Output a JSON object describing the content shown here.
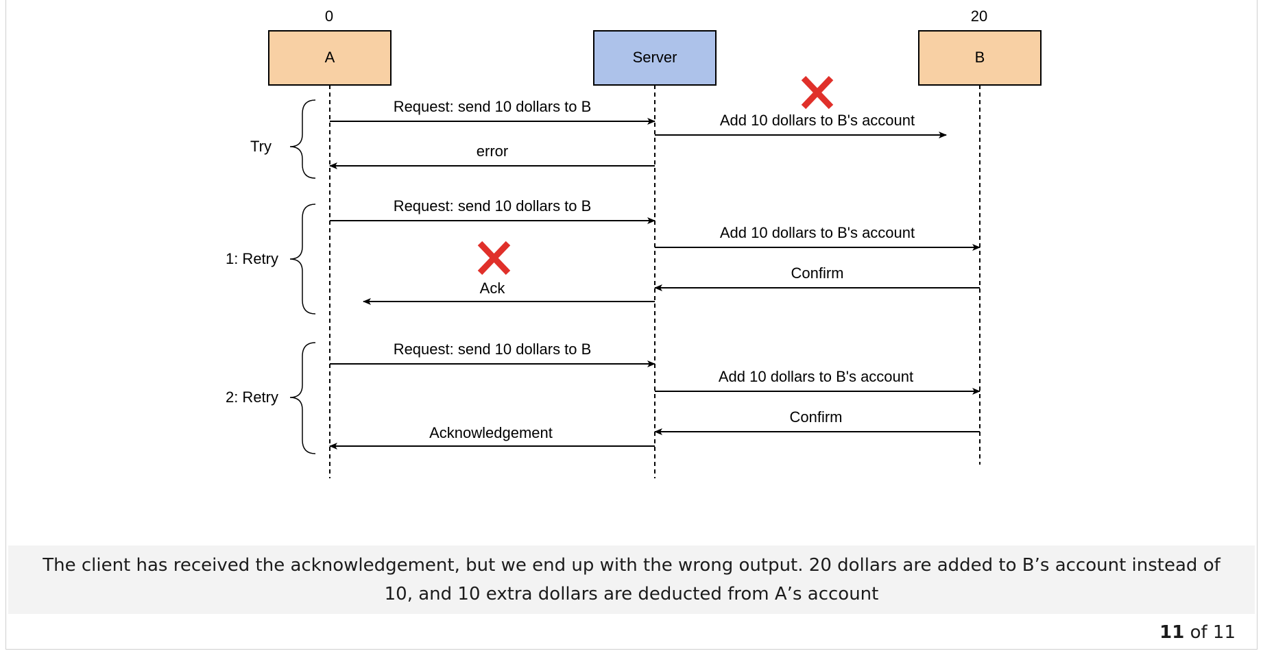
{
  "participants": {
    "a": {
      "label": "A",
      "balance": "0",
      "color": "#f8d0a4"
    },
    "server": {
      "label": "Server",
      "color": "#adc2ea"
    },
    "b": {
      "label": "B",
      "balance": "20",
      "color": "#f8d0a4"
    }
  },
  "phases": {
    "try": "Try",
    "retry1": "1: Retry",
    "retry2": "2: Retry"
  },
  "messages": {
    "try_request": "Request: send 10 dollars to  B",
    "try_add": "Add 10 dollars to B's account",
    "try_error": "error",
    "r1_request": "Request: send 10 dollars to  B",
    "r1_add": "Add 10 dollars to B's account",
    "r1_confirm": "Confirm",
    "r1_ack": "Ack",
    "r2_request": "Request: send 10 dollars to  B",
    "r2_add": "Add 10 dollars to B's account",
    "r2_confirm": "Confirm",
    "r2_ack": "Acknowledgement"
  },
  "failure_color": "#e0302a",
  "caption": "The client has received the acknowledgement, but we end up with the wrong output. 20 dollars are added to B’s account instead of 10, and 10 extra dollars are deducted from A’s account",
  "pager": {
    "current": "11",
    "separator": "of",
    "total": "11"
  }
}
